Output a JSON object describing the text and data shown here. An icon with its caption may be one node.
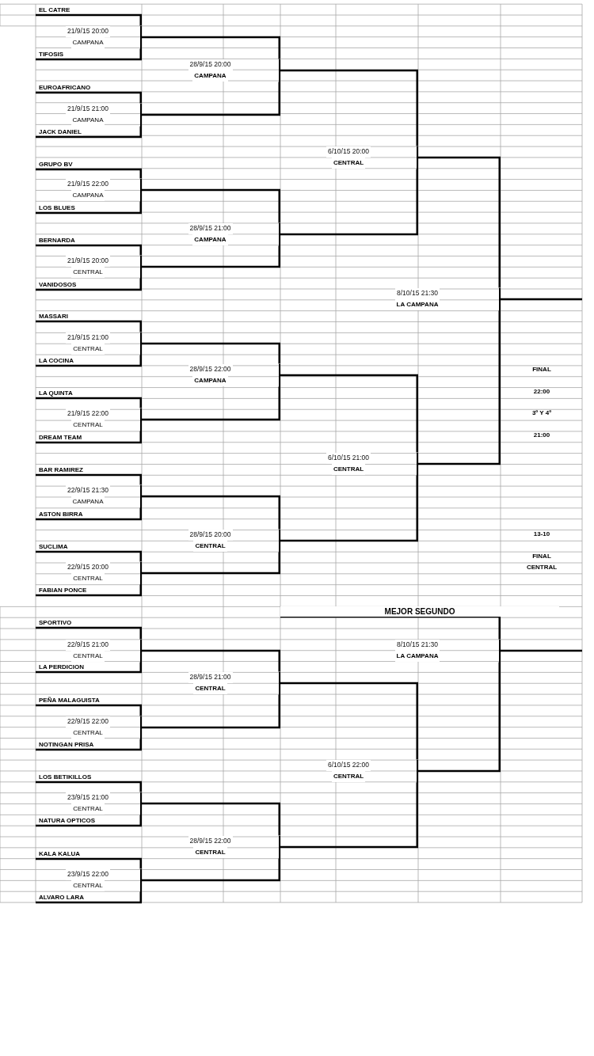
{
  "diagram": {
    "nodes": [
      {
        "text": [
          "EL CATRE"
        ]
      },
      {
        "text": [
          "21/9/15 20:00",
          "CAMPANA"
        ]
      },
      {
        "text": [
          "TIFOSIS"
        ]
      },
      {
        "text": [
          "28/9/15 20:00",
          "CAMPANA"
        ]
      },
      {
        "text": [
          "EUROAFRICANO"
        ]
      },
      {
        "text": [
          "21/9/15 21:00",
          "CAMPANA"
        ]
      },
      {
        "text": [
          "JACK DANIEL"
        ]
      },
      {
        "text": [
          "6/10/15 20:00",
          "CENTRAL"
        ]
      },
      {
        "text": [
          "GRUPO  BV"
        ]
      },
      {
        "text": [
          "21/9/15 22:00",
          "CAMPANA"
        ]
      },
      {
        "text": [
          "LOS BLUES"
        ]
      },
      {
        "text": [
          "28/9/15 21:00",
          "CAMPANA"
        ]
      },
      {
        "text": [
          "BERNARDA"
        ]
      },
      {
        "text": [
          "21/9/15 20:00",
          "CENTRAL"
        ]
      },
      {
        "text": [
          "VANIDOSOS"
        ]
      },
      {
        "text": [
          "8/10/15 21:30",
          "LA CAMPANA"
        ]
      },
      {
        "text": [
          "MASSARI"
        ]
      },
      {
        "text": [
          "21/9/15 21:00",
          "CENTRAL"
        ]
      },
      {
        "text": [
          "LA COCINA"
        ]
      },
      {
        "text": [
          "28/9/15 22:00",
          "CAMPANA"
        ]
      },
      {
        "text": [
          "LA QUINTA"
        ]
      },
      {
        "text": [
          "21/9/15 22:00",
          "CENTRAL"
        ]
      },
      {
        "text": [
          "DREAM TEAM"
        ]
      },
      {
        "text": [
          "6/10/15 21:00",
          "CENTRAL"
        ]
      },
      {
        "text": [
          "BAR RAMIREZ"
        ]
      },
      {
        "text": [
          "22/9/15 21:30",
          "CAMPANA"
        ]
      },
      {
        "text": [
          "ASTON BIRRA"
        ]
      },
      {
        "text": [
          "28/9/15 20:00",
          "CENTRAL"
        ]
      },
      {
        "text": [
          "SUCLIMA"
        ]
      },
      {
        "text": [
          "22/9/15 20:00",
          "CENTRAL"
        ]
      },
      {
        "text": [
          "FABIAN PONCE"
        ]
      },
      {
        "text": [
          "MEJOR SEGUNDO"
        ]
      },
      {
        "text": [
          "SPORTIVO"
        ]
      },
      {
        "text": [
          "8/10/15 21:30",
          "LA CAMPANA"
        ]
      },
      {
        "text": [
          "22/9/15 21:00",
          "CENTRAL"
        ]
      },
      {
        "text": [
          "LA PERDICION"
        ]
      },
      {
        "text": [
          "28/9/15 21:00",
          "CENTRAL"
        ]
      },
      {
        "text": [
          "PEÑA MALAGUISTA"
        ]
      },
      {
        "text": [
          "22/9/15 22:00",
          "CENTRAL"
        ]
      },
      {
        "text": [
          "NOTINGAN PRISA"
        ]
      },
      {
        "text": [
          "6/10/15 22:00",
          "CENTRAL"
        ]
      },
      {
        "text": [
          "LOS BETIKILLOS"
        ]
      },
      {
        "text": [
          "23/9/15 21:00",
          "CENTRAL"
        ]
      },
      {
        "text": [
          "NATURA OPTICOS"
        ]
      },
      {
        "text": [
          "28/9/15 22:00",
          "CENTRAL"
        ]
      },
      {
        "text": [
          "KALA KALUA"
        ]
      },
      {
        "text": [
          "23/9/15 22:00",
          "CENTRAL"
        ]
      },
      {
        "text": [
          "ALVARO LARA"
        ]
      }
    ],
    "edges": [
      {
        "from": 0,
        "to": 1,
        "arrow": "none"
      },
      {
        "from": 2,
        "to": 1,
        "arrow": "none"
      },
      {
        "from": 4,
        "to": 5,
        "arrow": "none"
      },
      {
        "from": 6,
        "to": 5,
        "arrow": "none"
      },
      {
        "from": 8,
        "to": 9,
        "arrow": "none"
      },
      {
        "from": 10,
        "to": 9,
        "arrow": "none"
      },
      {
        "from": 12,
        "to": 13,
        "arrow": "none"
      },
      {
        "from": 14,
        "to": 13,
        "arrow": "none"
      },
      {
        "from": 16,
        "to": 17,
        "arrow": "none"
      },
      {
        "from": 18,
        "to": 17,
        "arrow": "none"
      },
      {
        "from": 20,
        "to": 21,
        "arrow": "none"
      },
      {
        "from": 22,
        "to": 21,
        "arrow": "none"
      },
      {
        "from": 24,
        "to": 25,
        "arrow": "none"
      },
      {
        "from": 26,
        "to": 25,
        "arrow": "none"
      },
      {
        "from": 28,
        "to": 29,
        "arrow": "none"
      },
      {
        "from": 30,
        "to": 29,
        "arrow": "none"
      },
      {
        "from": 32,
        "to": 34,
        "arrow": "none"
      },
      {
        "from": 35,
        "to": 34,
        "arrow": "none"
      },
      {
        "from": 37,
        "to": 38,
        "arrow": "none"
      },
      {
        "from": 39,
        "to": 38,
        "arrow": "none"
      },
      {
        "from": 41,
        "to": 42,
        "arrow": "none"
      },
      {
        "from": 43,
        "to": 42,
        "arrow": "none"
      },
      {
        "from": 45,
        "to": 46,
        "arrow": "none"
      },
      {
        "from": 47,
        "to": 46,
        "arrow": "none"
      },
      {
        "from": 1,
        "to": 3,
        "arrow": "none"
      },
      {
        "from": 5,
        "to": 3,
        "arrow": "none"
      },
      {
        "from": 9,
        "to": 11,
        "arrow": "none"
      },
      {
        "from": 13,
        "to": 11,
        "arrow": "none"
      },
      {
        "from": 17,
        "to": 19,
        "arrow": "none"
      },
      {
        "from": 21,
        "to": 19,
        "arrow": "none"
      },
      {
        "from": 25,
        "to": 27,
        "arrow": "none"
      },
      {
        "from": 29,
        "to": 27,
        "arrow": "none"
      },
      {
        "from": 34,
        "to": 36,
        "arrow": "none"
      },
      {
        "from": 38,
        "to": 36,
        "arrow": "none"
      },
      {
        "from": 42,
        "to": 44,
        "arrow": "none"
      },
      {
        "from": 46,
        "to": 44,
        "arrow": "none"
      },
      {
        "from": 3,
        "to": 7,
        "arrow": "none"
      },
      {
        "from": 11,
        "to": 7,
        "arrow": "none"
      },
      {
        "from": 19,
        "to": 23,
        "arrow": "none"
      },
      {
        "from": 27,
        "to": 23,
        "arrow": "none"
      },
      {
        "from": 36,
        "to": 40,
        "arrow": "none"
      },
      {
        "from": 44,
        "to": 40,
        "arrow": "none"
      },
      {
        "from": 7,
        "to": 15,
        "arrow": "none"
      },
      {
        "from": 23,
        "to": 15,
        "arrow": "none"
      },
      {
        "from": 31,
        "to": 33,
        "arrow": "none"
      },
      {
        "from": 40,
        "to": 33,
        "arrow": "none"
      },
      {
        "from": 15,
        "to": null,
        "arrow": "none"
      },
      {
        "from": 33,
        "to": null,
        "arrow": "none"
      }
    ],
    "labels": [
      "FINAL",
      "22:00",
      "3º  Y  4º",
      "21:00",
      "13-10",
      "FINAL",
      "CENTRAL"
    ]
  }
}
